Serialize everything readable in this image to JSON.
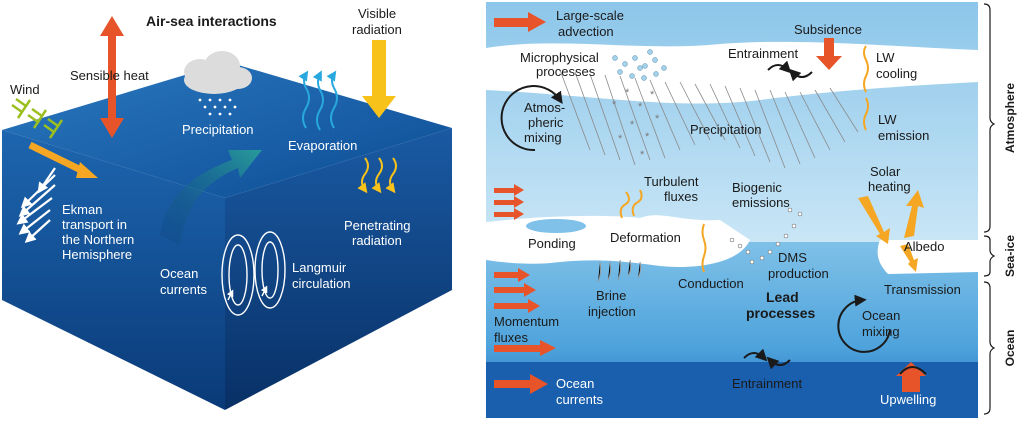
{
  "left_panel": {
    "title": "Air-sea interactions",
    "labels": {
      "visible_radiation": [
        "Visible",
        "radiation"
      ],
      "sensible_heat": "Sensible heat",
      "wind": "Wind",
      "precipitation": "Precipitation",
      "evaporation": "Evaporation",
      "ekman": [
        "Ekman",
        "transport in",
        "the Northern",
        "Hemisphere"
      ],
      "penetrating": [
        "Penetrating",
        "radiation"
      ],
      "ocean_currents": [
        "Ocean",
        "currents"
      ],
      "langmuir": [
        "Langmuir",
        "circulation"
      ]
    }
  },
  "right_panel": {
    "labels": {
      "large_scale": [
        "Large-scale",
        "advection"
      ],
      "subsidence": "Subsidence",
      "microphysical": [
        "Microphysical",
        "processes"
      ],
      "entrainment_top": "Entrainment",
      "lw_cooling": [
        "LW",
        "cooling"
      ],
      "atmospheric_mixing": [
        "Atmos-",
        "pheric",
        "mixing"
      ],
      "precipitation": "Precipitation",
      "lw_emission": [
        "LW",
        "emission"
      ],
      "turbulent": [
        "Turbulent",
        "fluxes"
      ],
      "biogenic": [
        "Biogenic",
        "emissions"
      ],
      "solar": [
        "Solar",
        "heating"
      ],
      "ponding": "Ponding",
      "deformation": "Deformation",
      "albedo": "Albedo",
      "dms": [
        "DMS",
        "production"
      ],
      "conduction": "Conduction",
      "lead": [
        "Lead",
        "processes"
      ],
      "brine": [
        "Brine",
        "injection"
      ],
      "transmission": "Transmission",
      "momentum": [
        "Momentum",
        "fluxes"
      ],
      "ocean_mixing": [
        "Ocean",
        "mixing"
      ],
      "entrainment_bottom": "Entrainment",
      "ocean_currents": [
        "Ocean",
        "currents"
      ],
      "upwelling": "Upwelling"
    },
    "sides": {
      "atmosphere": "Atmosphere",
      "sea_ice": "Sea-ice",
      "ocean": "Ocean"
    }
  },
  "colors": {
    "heat_arrow": "#e8542a",
    "visible_arrow": "#f7c21a",
    "flux_arrow": "#f5a623",
    "evaporation_arrow": "#29a8e0",
    "ocean_dark": "#0f3f7a",
    "ocean_mid": "#1d63a8",
    "sky": "#a9d4ef"
  }
}
